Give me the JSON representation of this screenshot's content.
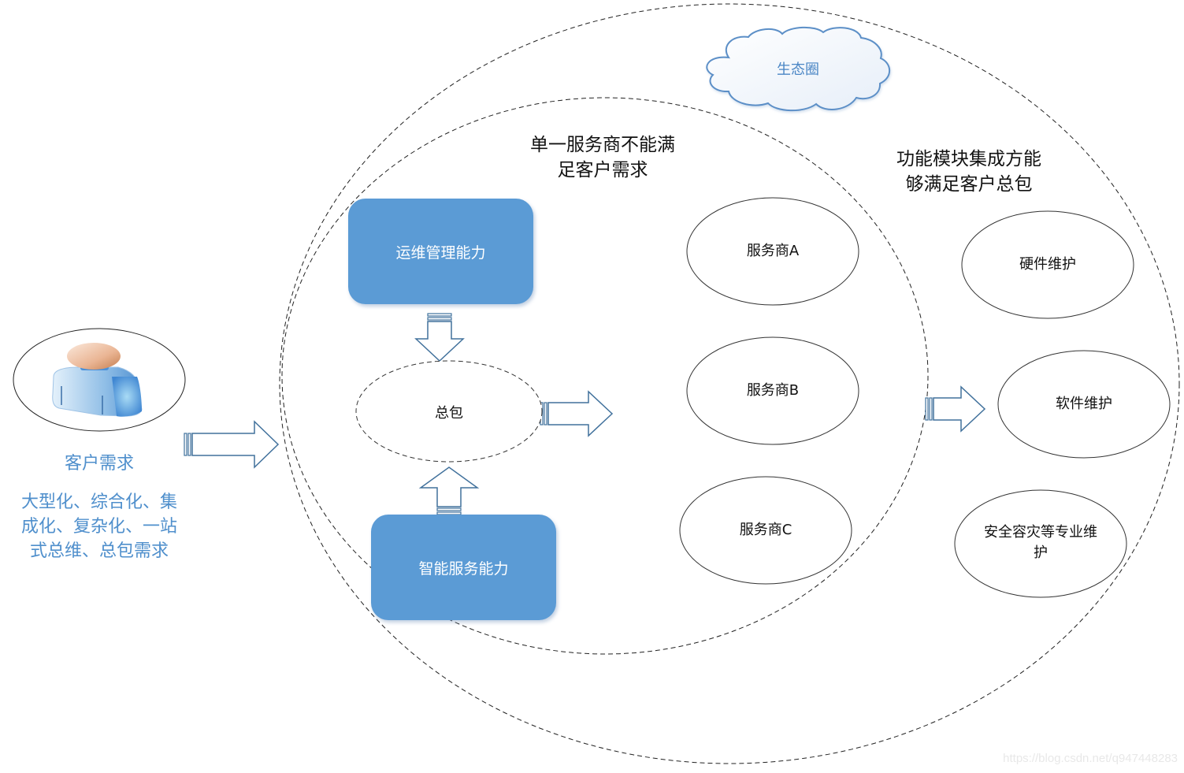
{
  "customer": {
    "icon": "user-icon",
    "label": "客户需求",
    "description_lines": [
      "大型化、综合化、集",
      "成化、复杂化、一站",
      "式总维、总包需求"
    ]
  },
  "ecosystem": {
    "cloud_label": "生态圈"
  },
  "single_provider": {
    "heading_lines": [
      "单一服务商不能满",
      "足客户需求"
    ],
    "capabilities": {
      "ops_management": "运维管理能力",
      "smart_service": "智能服务能力"
    },
    "center_label": "总包",
    "providers": [
      "服务商A",
      "服务商B",
      "服务商C"
    ]
  },
  "integration": {
    "heading_lines": [
      "功能模块集成方能",
      "够满足客户总包"
    ],
    "modules": [
      {
        "lines": [
          "硬件维护"
        ]
      },
      {
        "lines": [
          "软件维护"
        ]
      },
      {
        "lines": [
          "安全容灾等专业维",
          "护"
        ]
      }
    ]
  },
  "colors": {
    "box_fill": "#5b9bd5",
    "arrow_stroke": "#41719c",
    "accent_text": "#4f8fcc",
    "cloud_stroke": "#5b8fc7"
  },
  "watermark": "https://blog.csdn.net/q947448283"
}
